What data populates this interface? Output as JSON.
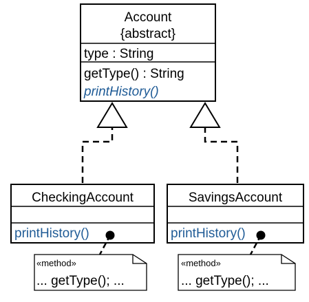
{
  "colors": {
    "operation_link": "#1f5b96",
    "line": "#000000",
    "background": "#ffffff",
    "note_fill": "#ffffff"
  },
  "account": {
    "name": "Account",
    "stereotype": "{abstract}",
    "attribute": "type : String",
    "operation_concrete": "getType() : String",
    "operation_abstract": "printHistory()"
  },
  "checking": {
    "name": "CheckingAccount",
    "operation": "printHistory()"
  },
  "savings": {
    "name": "SavingsAccount",
    "operation": "printHistory()"
  },
  "note_checking": {
    "stereotype": "«method»",
    "body": "... getType(); ..."
  },
  "note_savings": {
    "stereotype": "«method»",
    "body": "... getType(); ..."
  }
}
